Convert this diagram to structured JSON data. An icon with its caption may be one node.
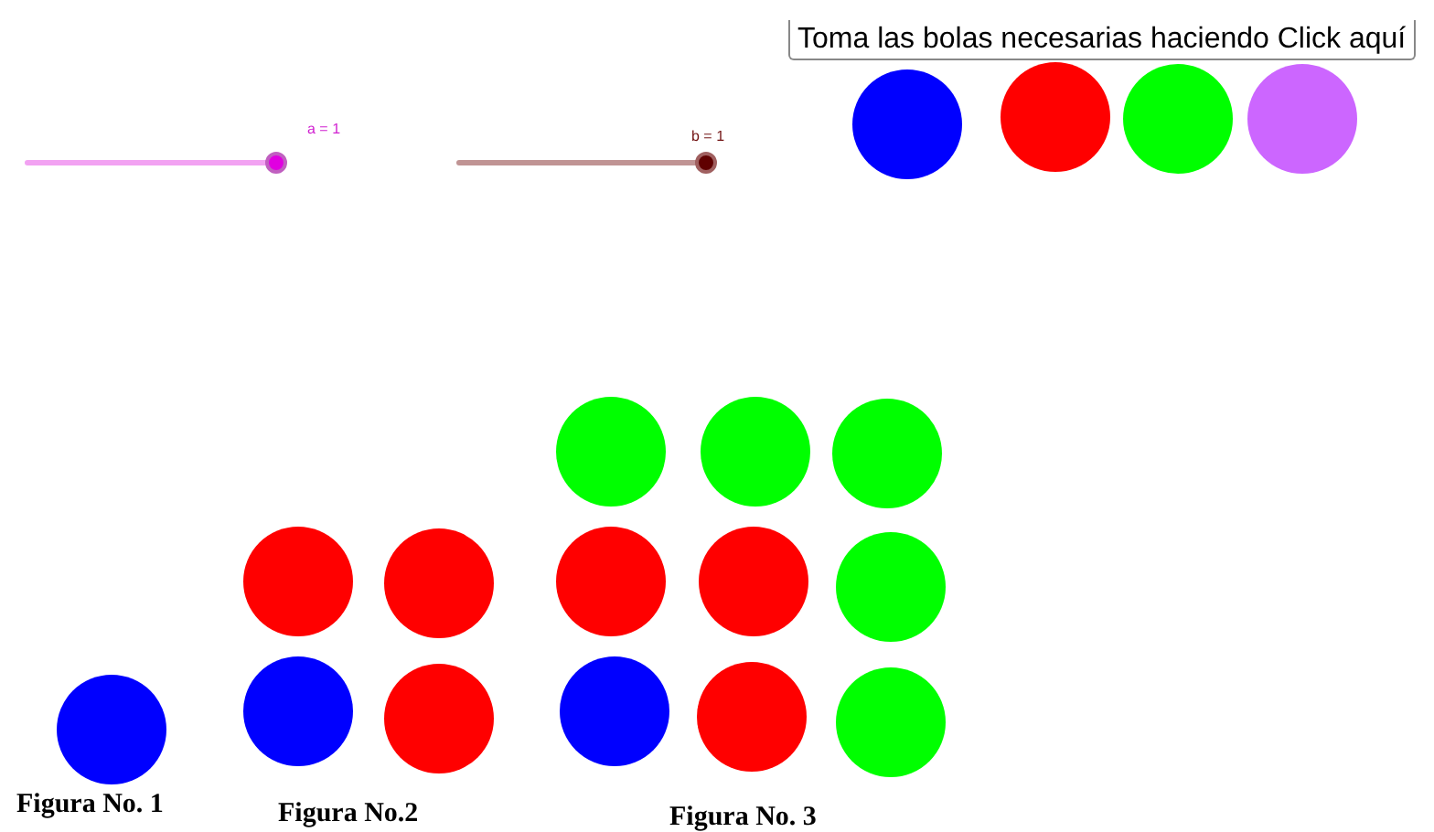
{
  "diagram": {
    "labels": [
      "Toma las bolas necesarias haciendo Click aquí",
      "a = 1",
      "b = 1",
      "Figura No. 1",
      "Figura No.2",
      "Figura No. 3"
    ]
  }
}
